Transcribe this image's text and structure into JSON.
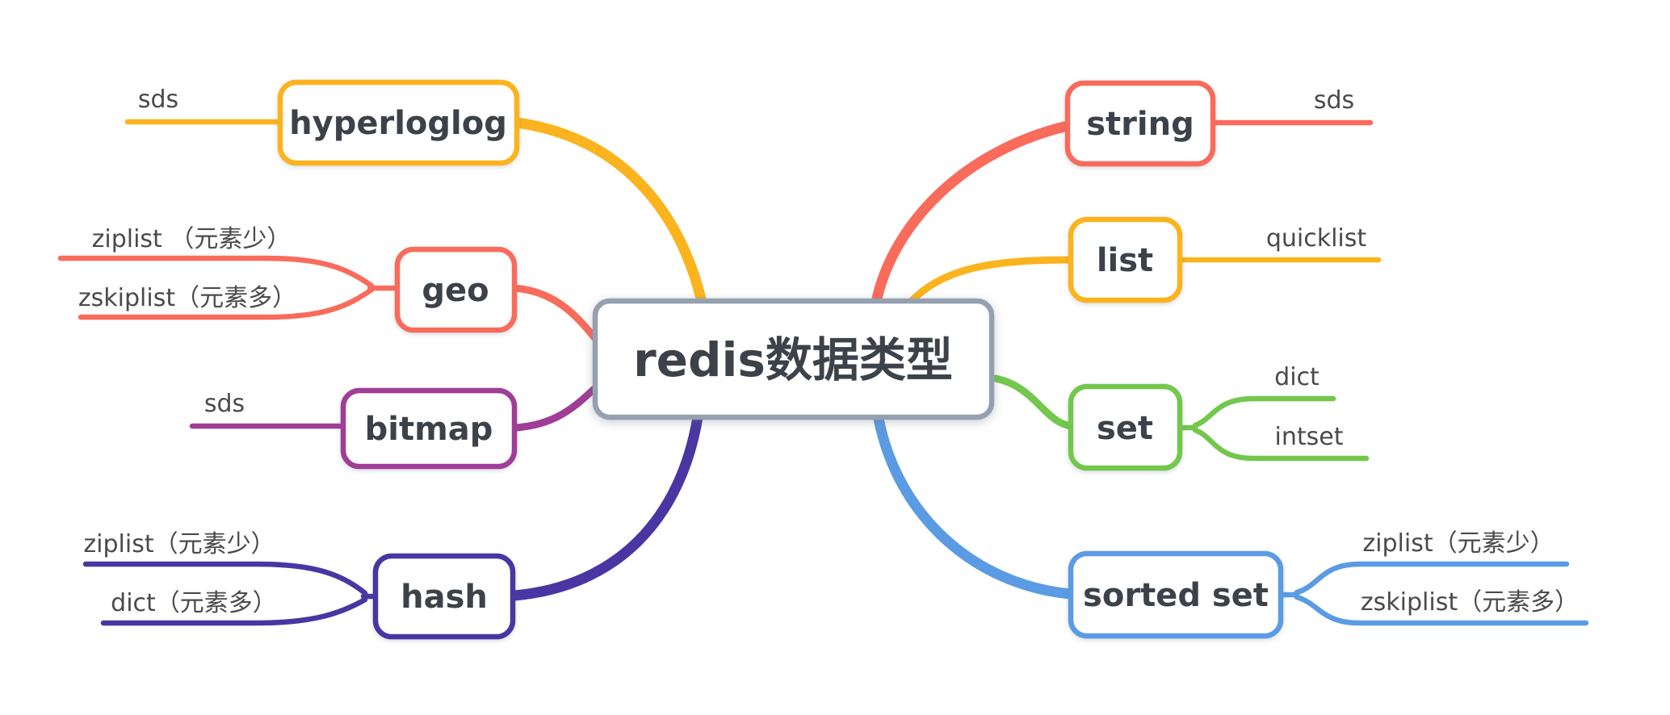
{
  "root": {
    "label": "redis数据类型"
  },
  "colors": {
    "center_border": "#95A0B1",
    "yellow": "#FBB31E",
    "salmon": "#F96B5B",
    "magenta": "#A03D97",
    "indigo": "#4936A2",
    "green": "#72C74C",
    "blue": "#5B9BE3",
    "node_text": "#3C4249",
    "sub_text": "#4A4A4A"
  },
  "branches": [
    {
      "id": "hyperloglog",
      "side": "left",
      "label": "hyperloglog",
      "color": "#FBB31E",
      "children": [
        {
          "label": "sds"
        }
      ]
    },
    {
      "id": "geo",
      "side": "left",
      "label": "geo",
      "color": "#F96B5B",
      "children": [
        {
          "label": "ziplist （元素少）"
        },
        {
          "label": "zskiplist（元素多）"
        }
      ]
    },
    {
      "id": "bitmap",
      "side": "left",
      "label": "bitmap",
      "color": "#A03D97",
      "children": [
        {
          "label": "sds"
        }
      ]
    },
    {
      "id": "hash",
      "side": "left",
      "label": "hash",
      "color": "#4936A2",
      "children": [
        {
          "label": "ziplist（元素少）"
        },
        {
          "label": "dict（元素多）"
        }
      ]
    },
    {
      "id": "string",
      "side": "right",
      "label": "string",
      "color": "#F96B5B",
      "children": [
        {
          "label": "sds"
        }
      ]
    },
    {
      "id": "list",
      "side": "right",
      "label": "list",
      "color": "#FBB31E",
      "children": [
        {
          "label": "quicklist"
        }
      ]
    },
    {
      "id": "set",
      "side": "right",
      "label": "set",
      "color": "#72C74C",
      "children": [
        {
          "label": "dict"
        },
        {
          "label": "intset"
        }
      ]
    },
    {
      "id": "sorted-set",
      "side": "right",
      "label": "sorted set",
      "color": "#5B9BE3",
      "children": [
        {
          "label": "ziplist（元素少）"
        },
        {
          "label": "zskiplist（元素多）"
        }
      ]
    }
  ]
}
